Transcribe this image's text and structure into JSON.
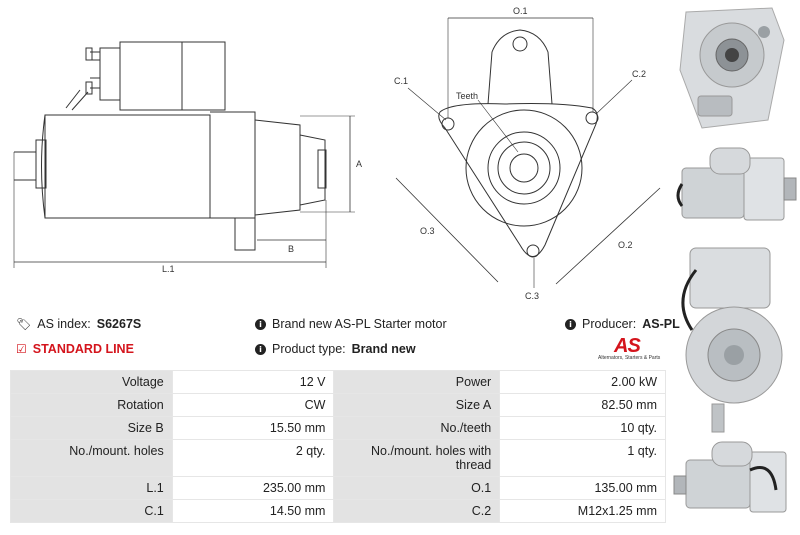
{
  "drawing_labels": {
    "a": "A",
    "b": "B",
    "l1": "L.1",
    "o1": "O.1",
    "o2": "O.2",
    "o3": "O.3",
    "c1": "C.1",
    "c2": "C.2",
    "c3": "C.3",
    "teeth": "Teeth"
  },
  "info": {
    "as_index_label": "AS index:",
    "as_index_value": "S6267S",
    "brand_new_text": "Brand new AS-PL Starter motor",
    "producer_label": "Producer:",
    "producer_value": "AS-PL",
    "standard_line": "STANDARD LINE",
    "product_type_label": "Product type:",
    "product_type_value": "Brand new"
  },
  "logo": {
    "mark": "AS",
    "tagline": "Alternators, Starters & Parts",
    "color": "#d4141c"
  },
  "icons": {
    "tag": "tag-icon",
    "info": "info-icon",
    "check": "checkbox-icon"
  },
  "specs": [
    {
      "l1": "Voltage",
      "v1": "12 V",
      "l2": "Power",
      "v2": "2.00 kW"
    },
    {
      "l1": "Rotation",
      "v1": "CW",
      "l2": "Size A",
      "v2": "82.50 mm"
    },
    {
      "l1": "Size B",
      "v1": "15.50 mm",
      "l2": "No./teeth",
      "v2": "10 qty."
    },
    {
      "l1": "No./mount. holes",
      "v1": "2 qty.",
      "l2": "No./mount. holes with thread",
      "v2": "1 qty."
    },
    {
      "l1": "L.1",
      "v1": "235.00 mm",
      "l2": "O.1",
      "v2": "135.00 mm"
    },
    {
      "l1": "C.1",
      "v1": "14.50 mm",
      "l2": "C.2",
      "v2": "M12x1.25 mm"
    }
  ],
  "colors": {
    "accent": "#d4141c",
    "label_bg": "#e3e3e3"
  }
}
